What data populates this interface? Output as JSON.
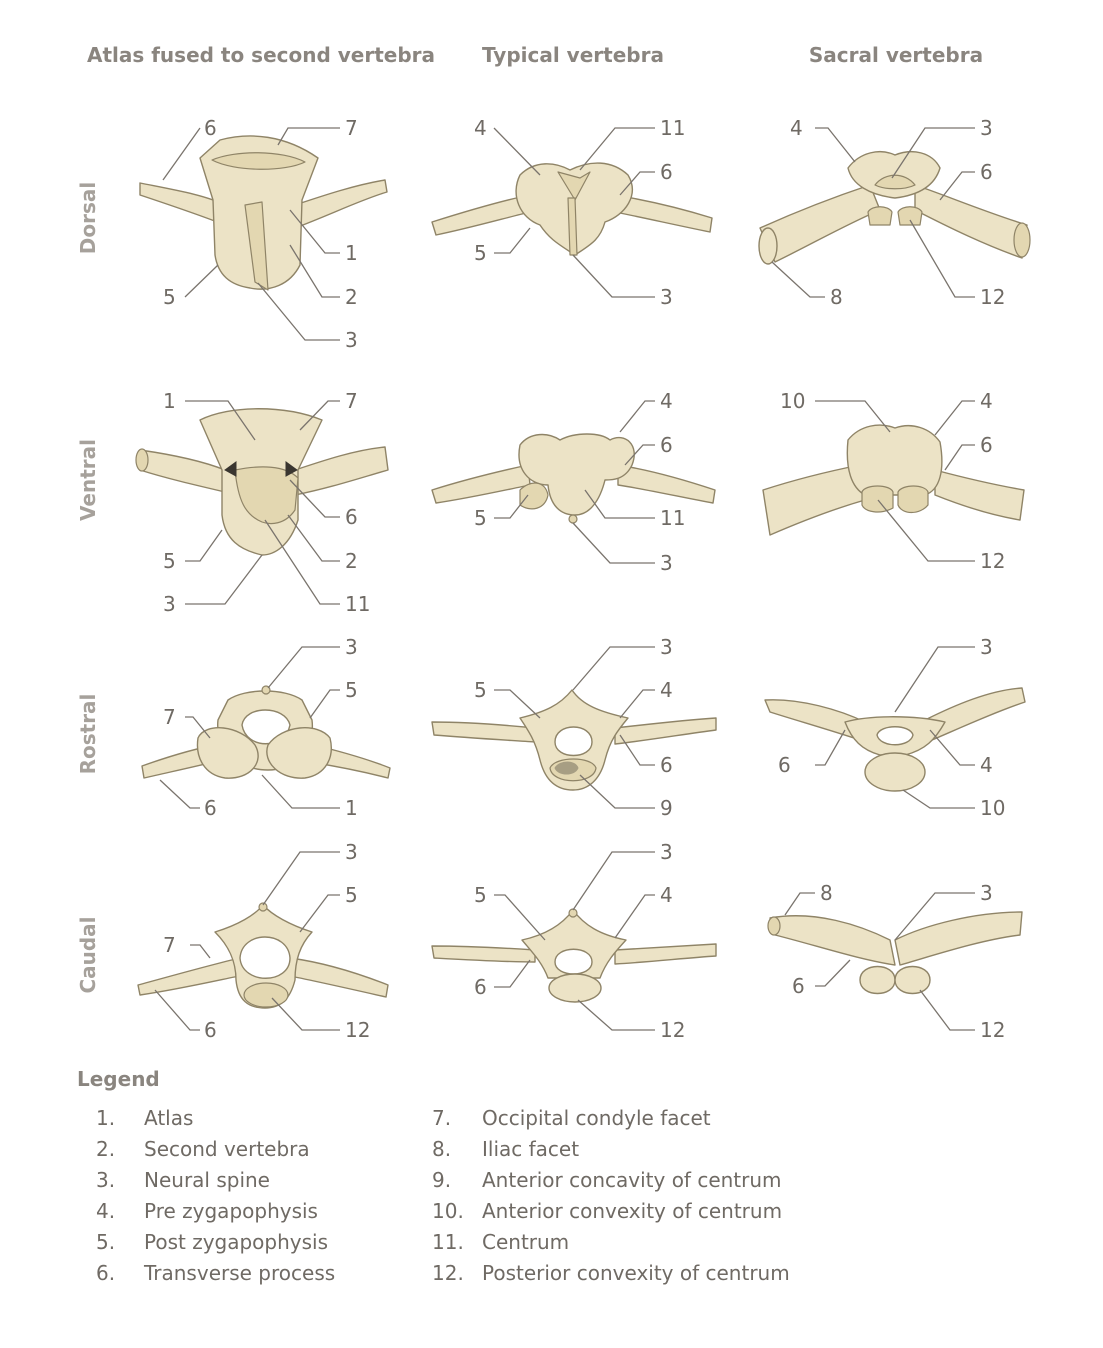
{
  "columns": [
    "Atlas fused to second vertebra",
    "Typical vertebra",
    "Sacral vertebra"
  ],
  "rows": [
    "Dorsal",
    "Ventral",
    "Rostral",
    "Caudal"
  ],
  "panels": [
    {
      "labels": [
        "6",
        "7",
        "1",
        "2",
        "5",
        "3"
      ]
    },
    {
      "labels": [
        "4",
        "11",
        "6",
        "5",
        "3"
      ]
    },
    {
      "labels": [
        "4",
        "3",
        "6",
        "8",
        "12"
      ]
    },
    {
      "labels": [
        "1",
        "7",
        "6",
        "2",
        "5",
        "3",
        "11"
      ]
    },
    {
      "labels": [
        "4",
        "6",
        "5",
        "11",
        "3"
      ]
    },
    {
      "labels": [
        "10",
        "4",
        "6",
        "12"
      ]
    },
    {
      "labels": [
        "3",
        "5",
        "7",
        "6",
        "1"
      ]
    },
    {
      "labels": [
        "3",
        "5",
        "4",
        "6",
        "9"
      ]
    },
    {
      "labels": [
        "3",
        "6",
        "4",
        "10"
      ]
    },
    {
      "labels": [
        "3",
        "5",
        "7",
        "6",
        "12"
      ]
    },
    {
      "labels": [
        "3",
        "5",
        "4",
        "6",
        "12"
      ]
    },
    {
      "labels": [
        "8",
        "3",
        "6",
        "12"
      ]
    }
  ],
  "legend": {
    "title": "Legend",
    "items": [
      {
        "num": "1.",
        "text": "Atlas"
      },
      {
        "num": "2.",
        "text": "Second vertebra"
      },
      {
        "num": "3.",
        "text": "Neural spine"
      },
      {
        "num": "4.",
        "text": "Pre zygapophysis"
      },
      {
        "num": "5.",
        "text": "Post zygapophysis"
      },
      {
        "num": "6.",
        "text": "Transverse process"
      },
      {
        "num": "7.",
        "text": "Occipital condyle facet"
      },
      {
        "num": "8.",
        "text": "Iliac facet"
      },
      {
        "num": "9.",
        "text": "Anterior concavity of centrum"
      },
      {
        "num": "10.",
        "text": "Anterior convexity of centrum"
      },
      {
        "num": "11.",
        "text": "Centrum"
      },
      {
        "num": "12.",
        "text": "Posterior convexity of centrum"
      }
    ]
  },
  "colors": {
    "bone": "#ece3c6",
    "outline": "#8f8467",
    "text": "#6f6a64",
    "heading": "#8a857f"
  }
}
